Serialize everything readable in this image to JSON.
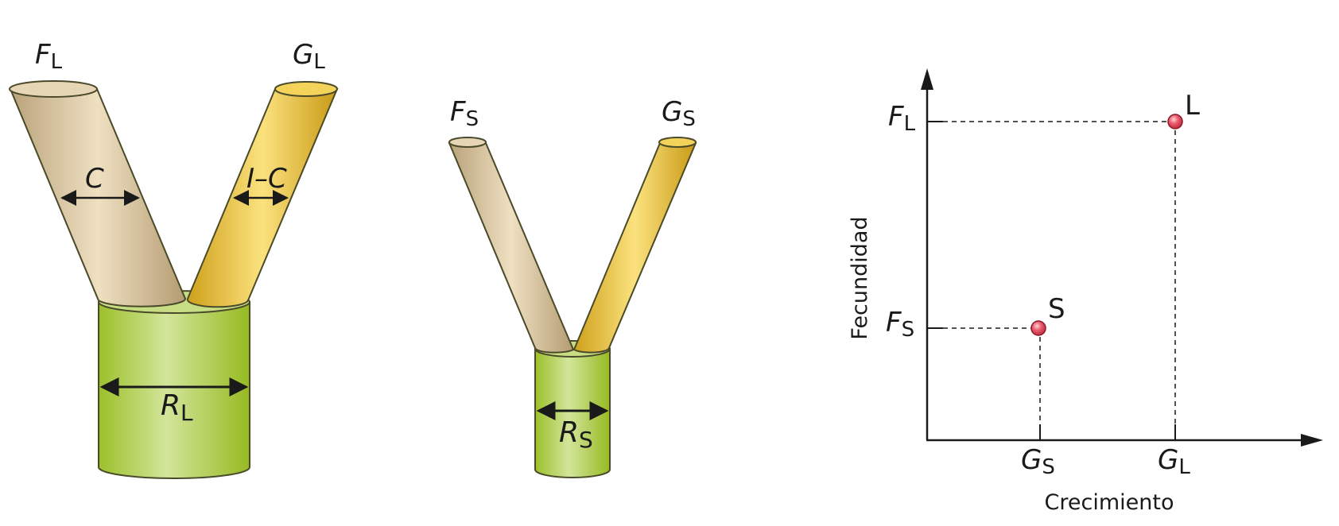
{
  "large": {
    "fecundity": {
      "main": "F",
      "sub": "L"
    },
    "growth": {
      "main": "G",
      "sub": "L"
    },
    "cost": "C",
    "remainder": "I–C",
    "resource": {
      "main": "R",
      "sub": "L"
    }
  },
  "small": {
    "fecundity": {
      "main": "F",
      "sub": "S"
    },
    "growth": {
      "main": "G",
      "sub": "S"
    },
    "resource": {
      "main": "R",
      "sub": "S"
    }
  },
  "chart": {
    "ylabel": "Fecundidad",
    "xlabel": "Crecimiento",
    "yticks": [
      {
        "main": "F",
        "sub": "L"
      },
      {
        "main": "F",
        "sub": "S"
      }
    ],
    "xticks": [
      {
        "main": "G",
        "sub": "S"
      },
      {
        "main": "G",
        "sub": "L"
      }
    ],
    "points": [
      {
        "label": "L",
        "growth": "GL",
        "fecundity": "FL"
      },
      {
        "label": "S",
        "growth": "GS",
        "fecundity": "FS"
      }
    ]
  },
  "colors": {
    "trunk": "#a8c83c",
    "fecundity_branch": "#d9c39a",
    "growth_branch": "#e3b82e",
    "point": "#e0485a",
    "outline": "#4a4a2a"
  }
}
